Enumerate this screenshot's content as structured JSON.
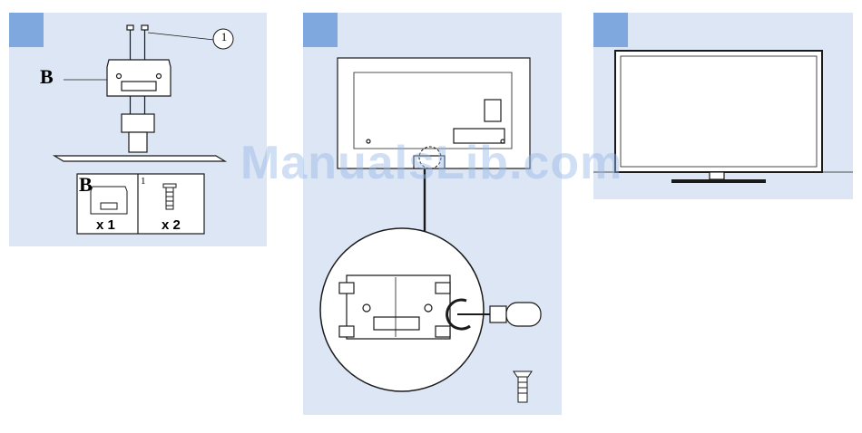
{
  "watermark": "ManualsLib.com",
  "panel1": {
    "callout_number": "1",
    "part_letter": "B",
    "table": {
      "part_letter": "B",
      "qty_part": "x 1",
      "item_number": "1",
      "qty_screw": "x 2"
    }
  },
  "colors": {
    "panel_bg": "#dce6f4",
    "step_box": "#7ea8de",
    "line": "#1a1a1a",
    "watermark": "#96b9e6"
  }
}
